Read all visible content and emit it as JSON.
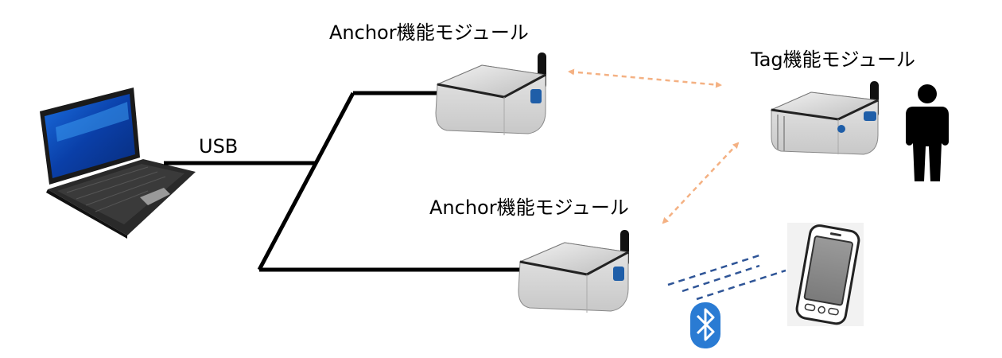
{
  "labels": {
    "usb": "USB",
    "anchor_top": "Anchor機能モジュール",
    "anchor_bottom": "Anchor機能モジュール",
    "tag": "Tag機能モジュール"
  },
  "nodes": {
    "laptop": "laptop",
    "anchor_module_top": "anchor-module",
    "anchor_module_bottom": "anchor-module",
    "tag_module": "tag-module",
    "person": "person-icon",
    "smartphone": "smartphone-icon",
    "bluetooth": "bluetooth-icon"
  },
  "colors": {
    "cable": "#000000",
    "ranging_arrow": "#f4b183",
    "bluetooth_signal": "#2f5597",
    "bluetooth_badge": "#2a7bd3",
    "module_body": "#d9d9d9",
    "antenna_connector": "#1f5ea8"
  }
}
